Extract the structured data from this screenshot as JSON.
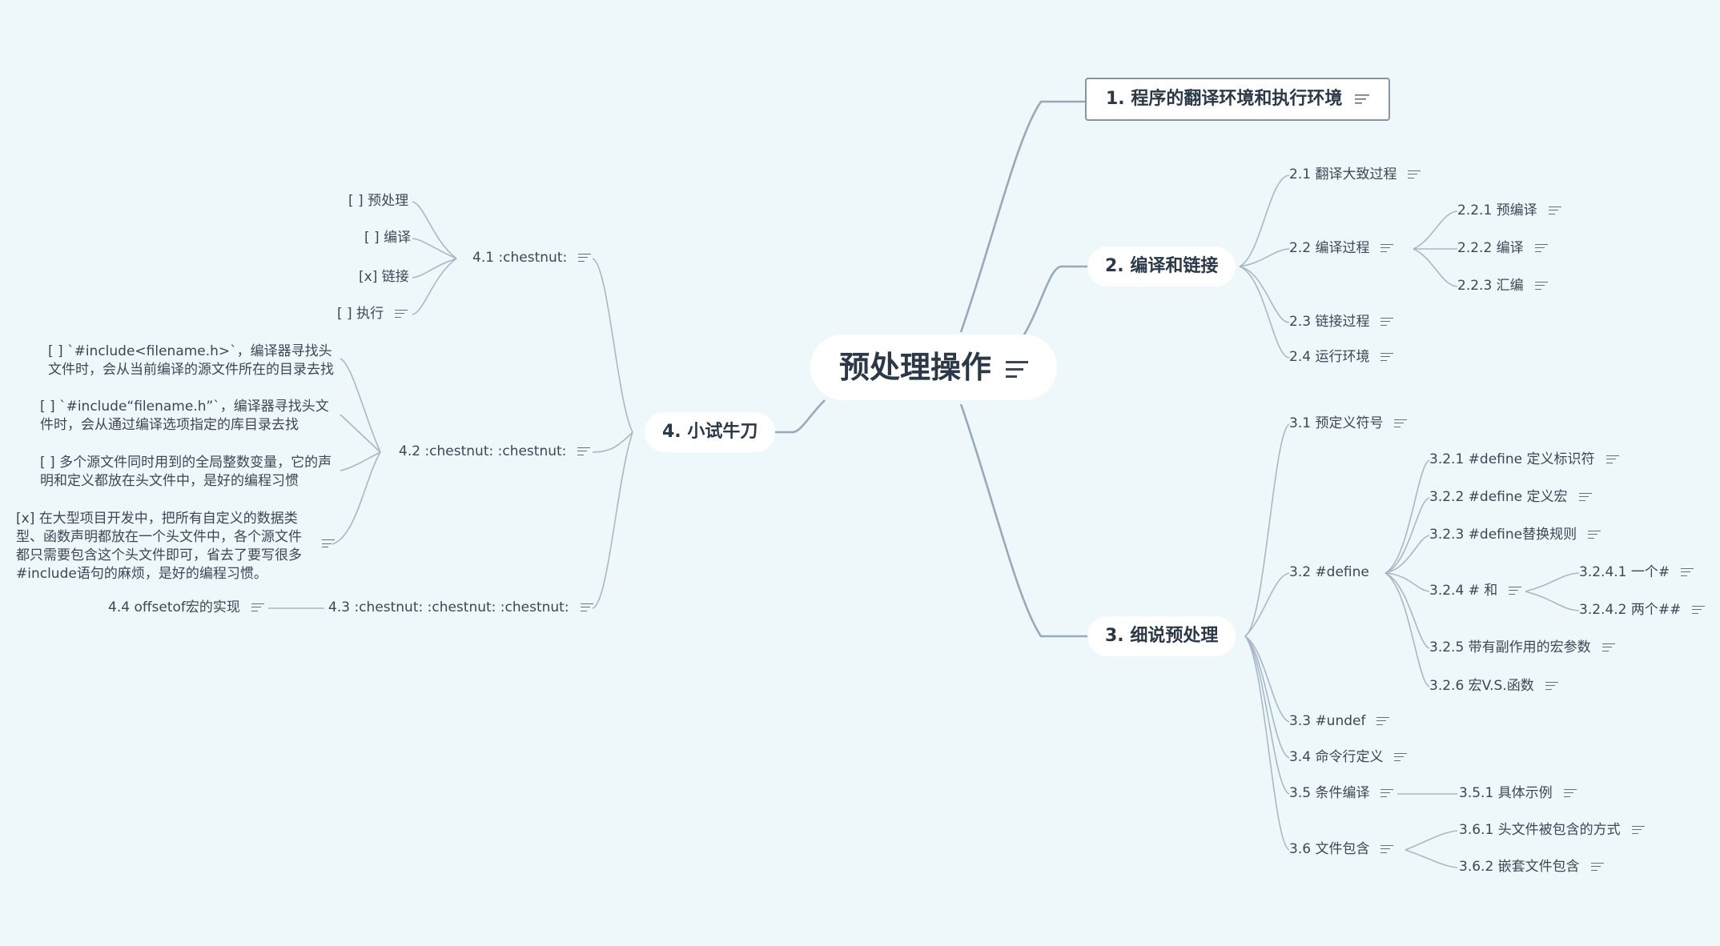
{
  "root": {
    "label": "预处理操作"
  },
  "b1": {
    "label": "1. 程序的翻译环境和执行环境"
  },
  "b2": {
    "label": "2. 编译和链接",
    "items": [
      "2.1 翻译大致过程",
      "2.2 编译过程",
      "2.3 链接过程",
      "2.4 运行环境"
    ],
    "sub22": [
      "2.2.1 预编译",
      "2.2.2 编译",
      "2.2.3 汇编"
    ]
  },
  "b3": {
    "label": "3. 细说预处理",
    "items": [
      "3.1 预定义符号",
      "3.2 #define",
      "3.3 #undef",
      "3.4 命令行定义",
      "3.5 条件编译",
      "3.6 文件包含"
    ],
    "sub32": [
      "3.2.1 #define 定义标识符",
      "3.2.2 #define 定义宏",
      "3.2.3 #define替换规则",
      "3.2.4 # 和",
      "3.2.5 带有副作用的宏参数",
      "3.2.6 宏V.S.函数"
    ],
    "sub324": [
      "3.2.4.1 一个#",
      "3.2.4.2 两个##"
    ],
    "sub35": [
      "3.5.1 具体示例"
    ],
    "sub36": [
      "3.6.1 头文件被包含的方式",
      "3.6.2 嵌套文件包含"
    ]
  },
  "b4": {
    "label": "4. 小试牛刀",
    "items": [
      "4.1 :chestnut:",
      "4.2 :chestnut: :chestnut:",
      "4.3 :chestnut: :chestnut: :chestnut:"
    ],
    "sub41": [
      "[ ] 预处理",
      "[ ] 编译",
      "[x] 链接",
      "[ ] 执行"
    ],
    "sub42": [
      "[ ] `#include<filename.h>`，编译器寻找头文件时，会从当前编译的源文件所在的目录去找",
      "[ ] `#include“filename.h”`，编译器寻找头文件时，会从通过编译选项指定的库目录去找",
      "[ ] 多个源文件同时用到的全局整数变量，它的声明和定义都放在头文件中，是好的编程习惯",
      "[x] 在大型项目开发中，把所有自定义的数据类型、函数声明都放在一个头文件中，各个源文件都只需要包含这个头文件即可，省去了要写很多#include语句的麻烦，是好的编程习惯。"
    ],
    "sub43": [
      "4.4 offsetof宏的实现"
    ]
  },
  "icons": {
    "notes": "notes-icon"
  },
  "colors": {
    "background": "#eef7fa",
    "line": "#a7b8c6",
    "text": "#2f3d4e"
  }
}
